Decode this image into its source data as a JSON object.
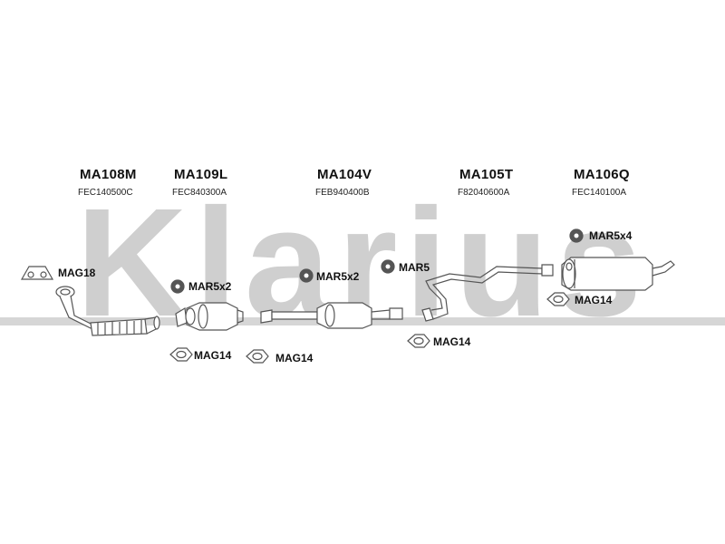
{
  "watermark": {
    "text": "Klarius",
    "color": "#cfcfcf"
  },
  "stroke_color": "#555555",
  "parts": [
    {
      "code": "MA108M",
      "ref": "FEC140500C"
    },
    {
      "code": "MA109L",
      "ref": "FEC840300A"
    },
    {
      "code": "MA104V",
      "ref": "FEB940400B"
    },
    {
      "code": "MA105T",
      "ref": "F82040600A"
    },
    {
      "code": "MA106Q",
      "ref": "FEC140100A"
    }
  ],
  "labels": {
    "mag18": "MAG18",
    "mar5x2_a": "MAR5x2",
    "mar5x2_b": "MAR5x2",
    "mar5": "MAR5",
    "mar5x4": "MAR5x4",
    "mag14_a": "MAG14",
    "mag14_b": "MAG14",
    "mag14_c": "MAG14",
    "mag14_d": "MAG14"
  }
}
